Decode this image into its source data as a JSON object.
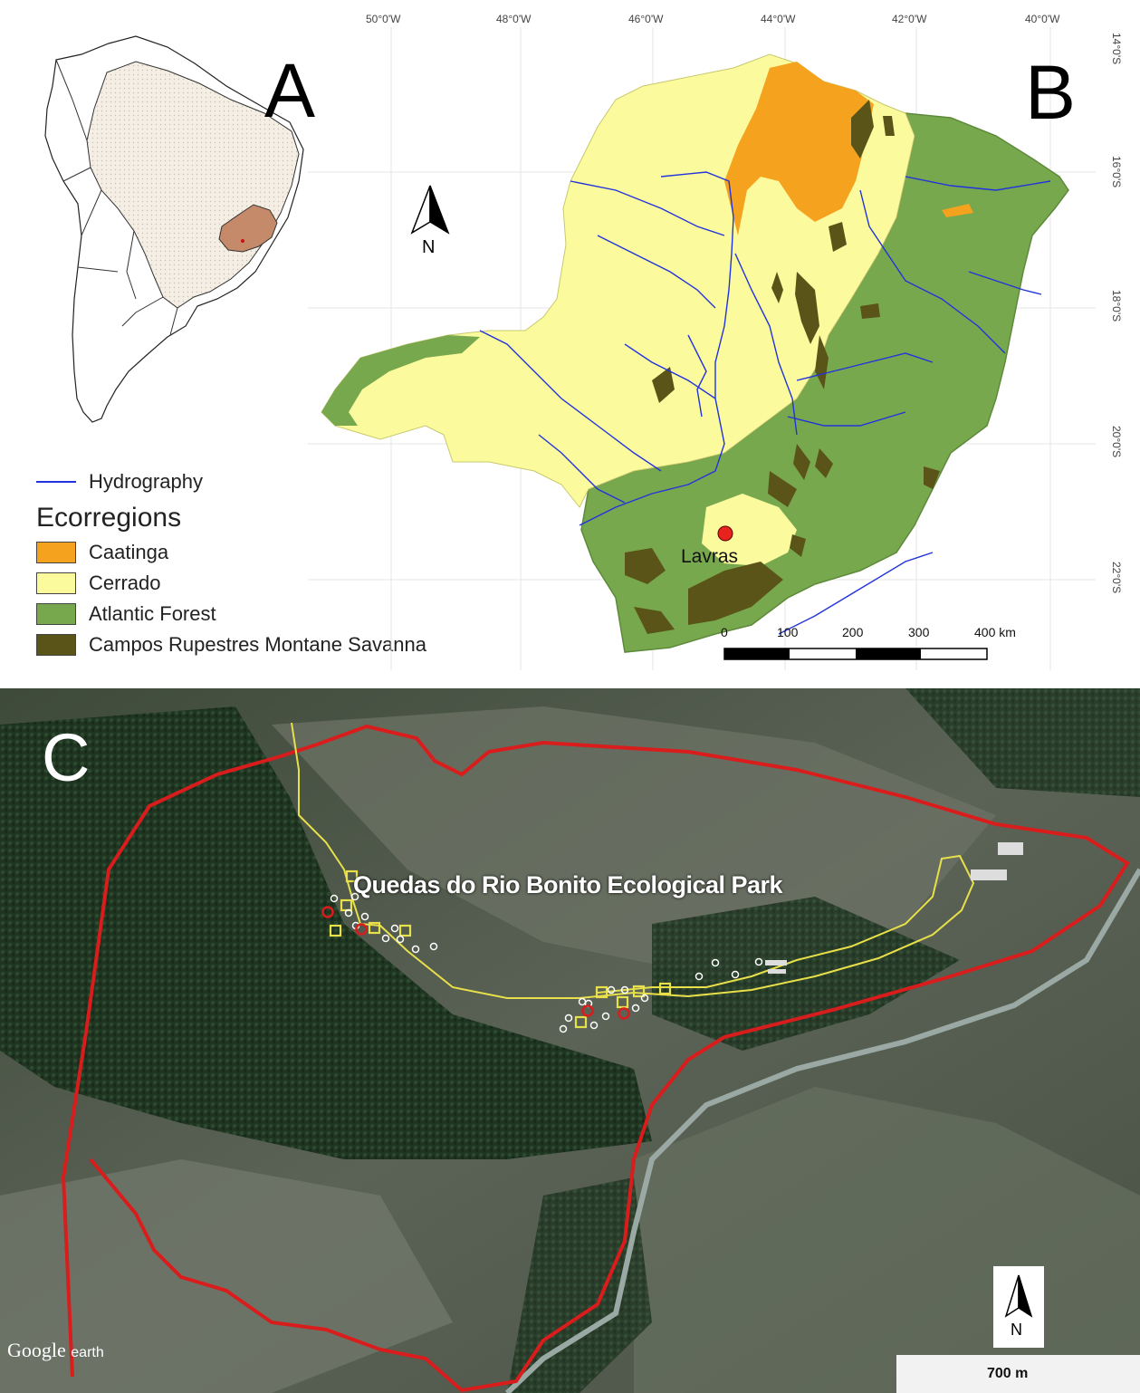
{
  "panel_a": {
    "letter": "A"
  },
  "panel_b": {
    "letter": "B",
    "north": "N",
    "city": "Lavras",
    "lon_labels": [
      "50°0'W",
      "48°0'W",
      "46°0'W",
      "44°0'W",
      "42°0'W",
      "40°0'W"
    ],
    "lat_labels": [
      "14°0'S",
      "16°0'S",
      "18°0'S",
      "20°0'S",
      "22°0'S"
    ],
    "scale_labels": [
      "0",
      "100",
      "200",
      "300",
      "400 km"
    ]
  },
  "legend": {
    "hydro_label": "Hydrography",
    "heading": "Ecorregions",
    "items": [
      {
        "label": "Caatinga",
        "color": "#f5a21e"
      },
      {
        "label": "Cerrado",
        "color": "#fbfb9e"
      },
      {
        "label": "Atlantic Forest",
        "color": "#78a84e"
      },
      {
        "label": "Campos Rupestres Montane Savanna",
        "color": "#5a5418"
      }
    ]
  },
  "panel_c": {
    "letter": "C",
    "park_name": "Quedas do Rio Bonito Ecological Park",
    "north": "N",
    "scale_label": "700 m",
    "brand": "Google",
    "brand_suffix": "earth"
  },
  "colors": {
    "boundary": "#d91c1c",
    "trail": "#e8e04a",
    "river": "#2233dd",
    "sample_marker": "#e8e04a",
    "special_marker": "#d91c1c"
  }
}
